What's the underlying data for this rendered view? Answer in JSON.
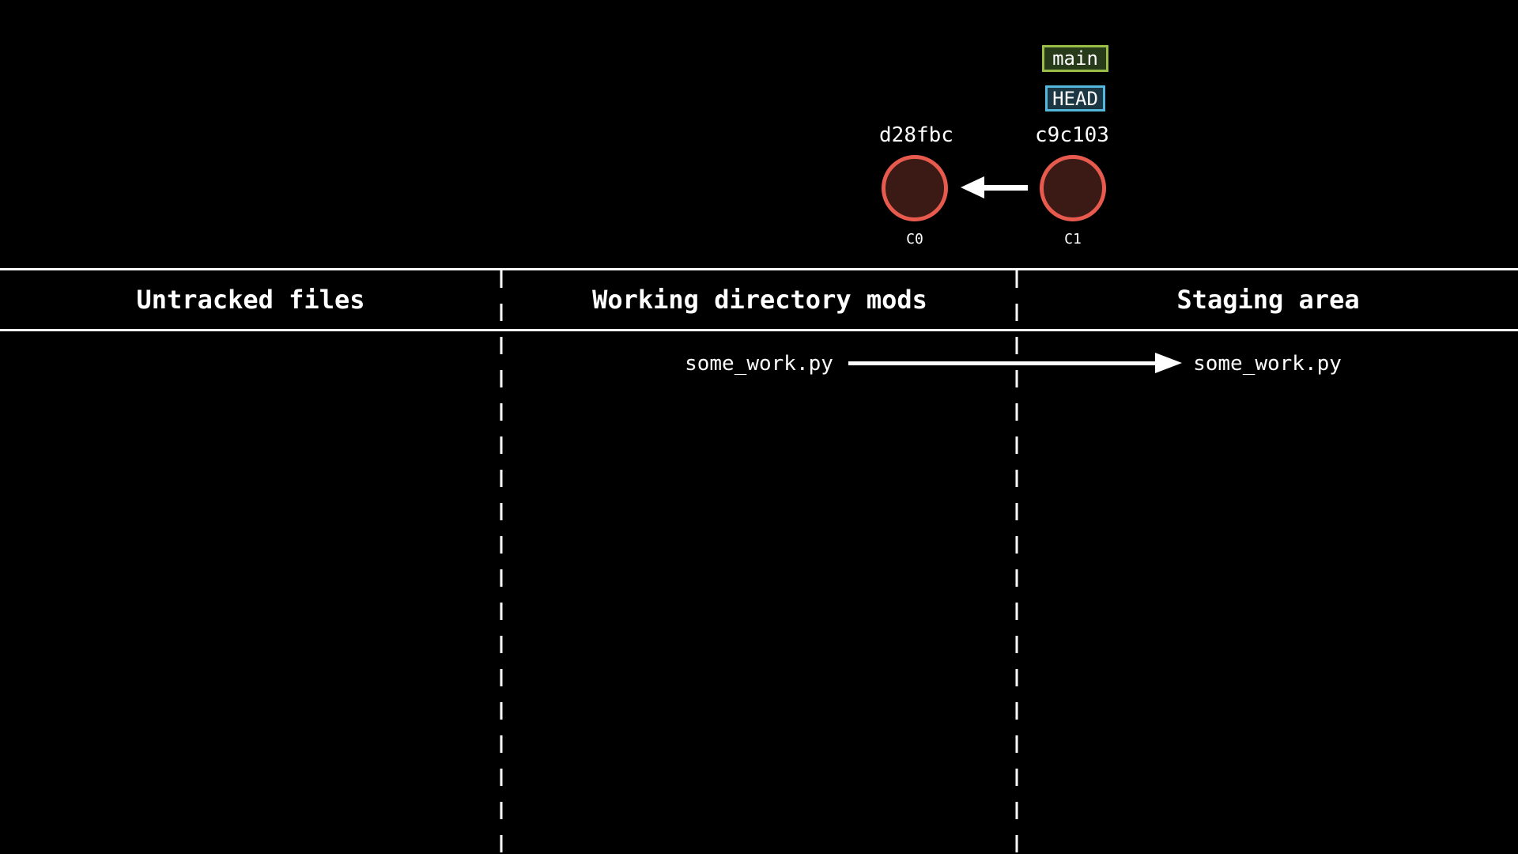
{
  "graph": {
    "branch_label": "main",
    "head_label": "HEAD",
    "commits": [
      {
        "hash": "d28fbc",
        "name": "C0"
      },
      {
        "hash": "c9c103",
        "name": "C1"
      }
    ],
    "parent_arrow": "c9c103-to-d28fbc"
  },
  "table": {
    "columns": [
      {
        "label": "Untracked files"
      },
      {
        "label": "Working directory mods"
      },
      {
        "label": "Staging area"
      }
    ],
    "row": {
      "working_file": "some_work.py",
      "staged_file": "some_work.py"
    }
  },
  "colors": {
    "background": "#000000",
    "foreground": "#ffffff",
    "branch_border": "#9abd4a",
    "branch_bg": "#273a1a",
    "head_border": "#56b7dc",
    "head_bg": "#1a3743",
    "commit_border": "#e85a4d",
    "commit_fill": "#3b1a16"
  }
}
